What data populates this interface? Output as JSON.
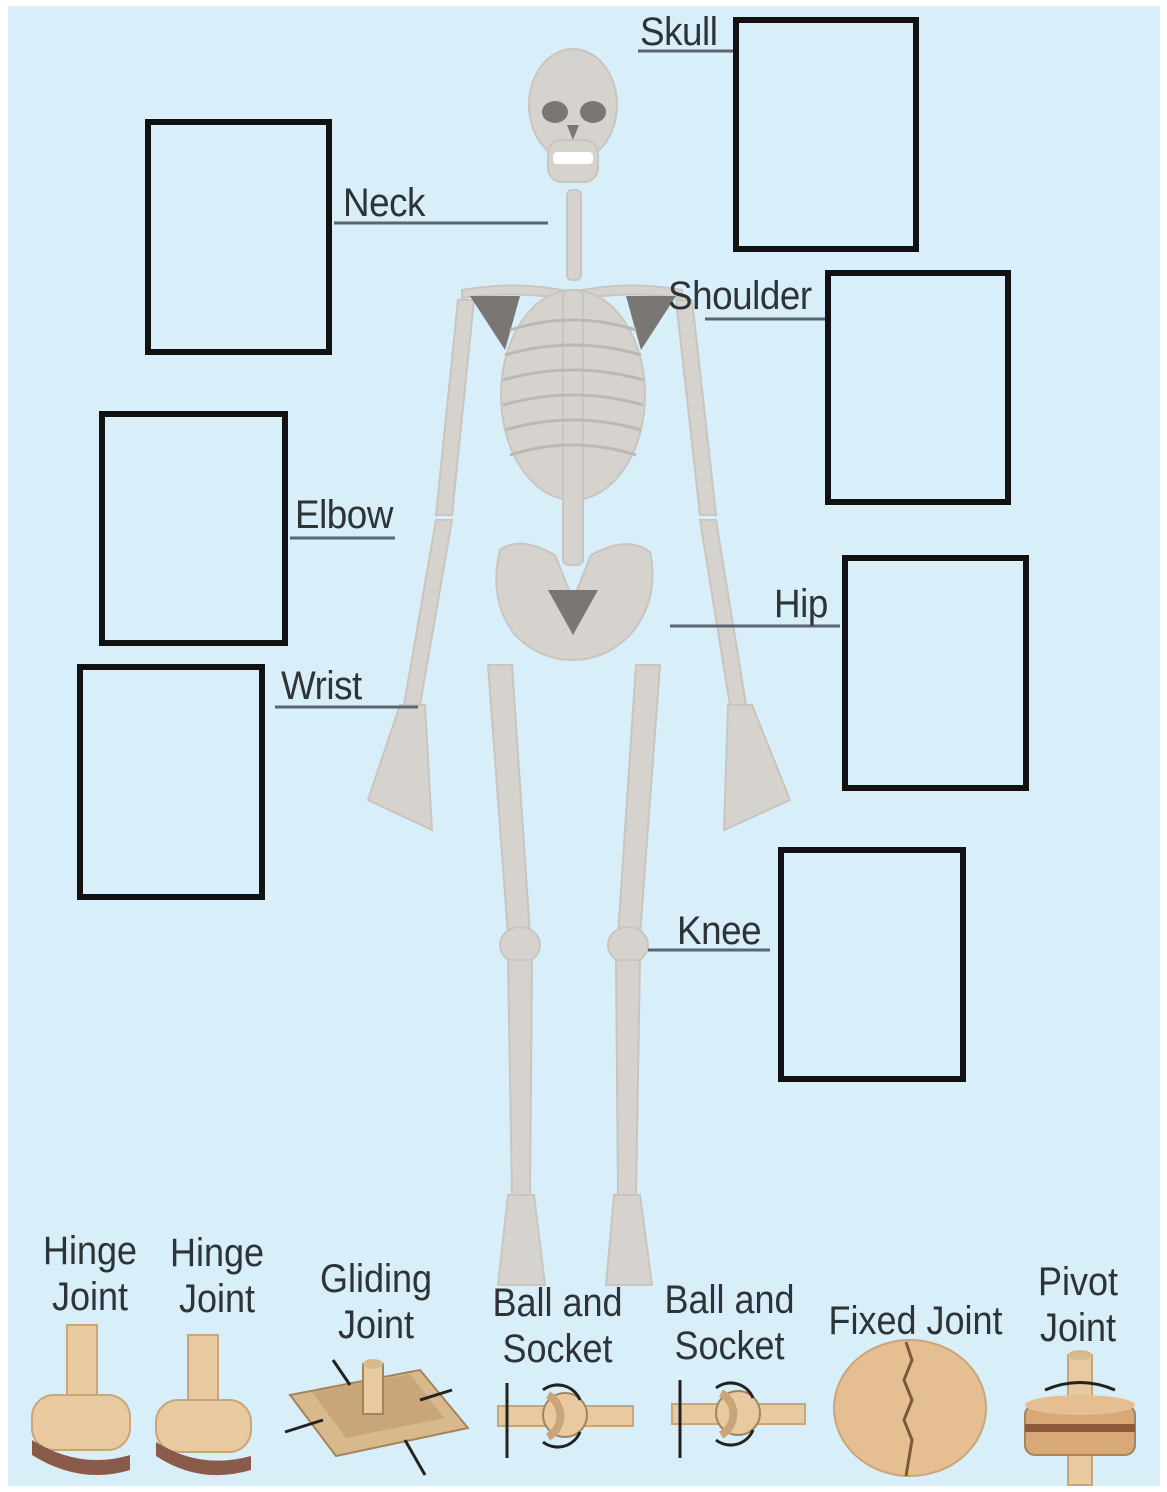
{
  "labels": {
    "skull": "Skull",
    "neck": "Neck",
    "shoulder": "Shoulder",
    "elbow": "Elbow",
    "hip": "Hip",
    "wrist": "Wrist",
    "knee": "Knee"
  },
  "joints": [
    {
      "line1": "Hinge",
      "line2": "Joint",
      "icon": "hinge-joint-icon"
    },
    {
      "line1": "Hinge",
      "line2": "Joint",
      "icon": "hinge-joint-icon"
    },
    {
      "line1": "Gliding",
      "line2": "Joint",
      "icon": "gliding-joint-icon"
    },
    {
      "line1": "Ball and",
      "line2": "Socket",
      "icon": "ball-socket-joint-icon"
    },
    {
      "line1": "Ball and",
      "line2": "Socket",
      "icon": "ball-socket-joint-icon"
    },
    {
      "line1": "Fixed Joint",
      "line2": "",
      "icon": "fixed-joint-icon"
    },
    {
      "line1": "Pivot",
      "line2": "Joint",
      "icon": "pivot-joint-icon"
    }
  ],
  "colors": {
    "background": "#d8eef9",
    "bone": "#d6d2cd",
    "bone_dark": "#7a7673",
    "leader_line": "#5a6770",
    "joint_tan": "#e8c9a0"
  }
}
